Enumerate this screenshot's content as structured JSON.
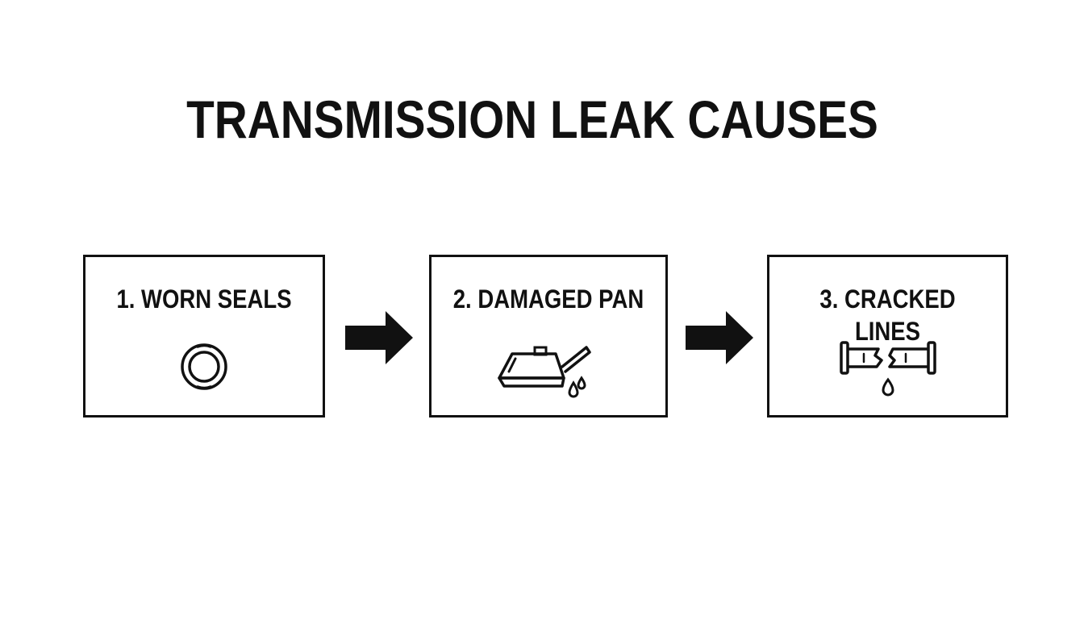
{
  "title": "TRANSMISSION LEAK CAUSES",
  "steps": [
    {
      "label": "1. WORN SEALS",
      "icon": "seal-ring-icon"
    },
    {
      "label": "2. DAMAGED PAN",
      "icon": "leaking-pan-icon"
    },
    {
      "label": "3. CRACKED LINES",
      "icon": "cracked-pipe-icon"
    }
  ],
  "connector_icon": "right-arrow-icon",
  "colors": {
    "ink": "#111111",
    "background": "#ffffff"
  }
}
